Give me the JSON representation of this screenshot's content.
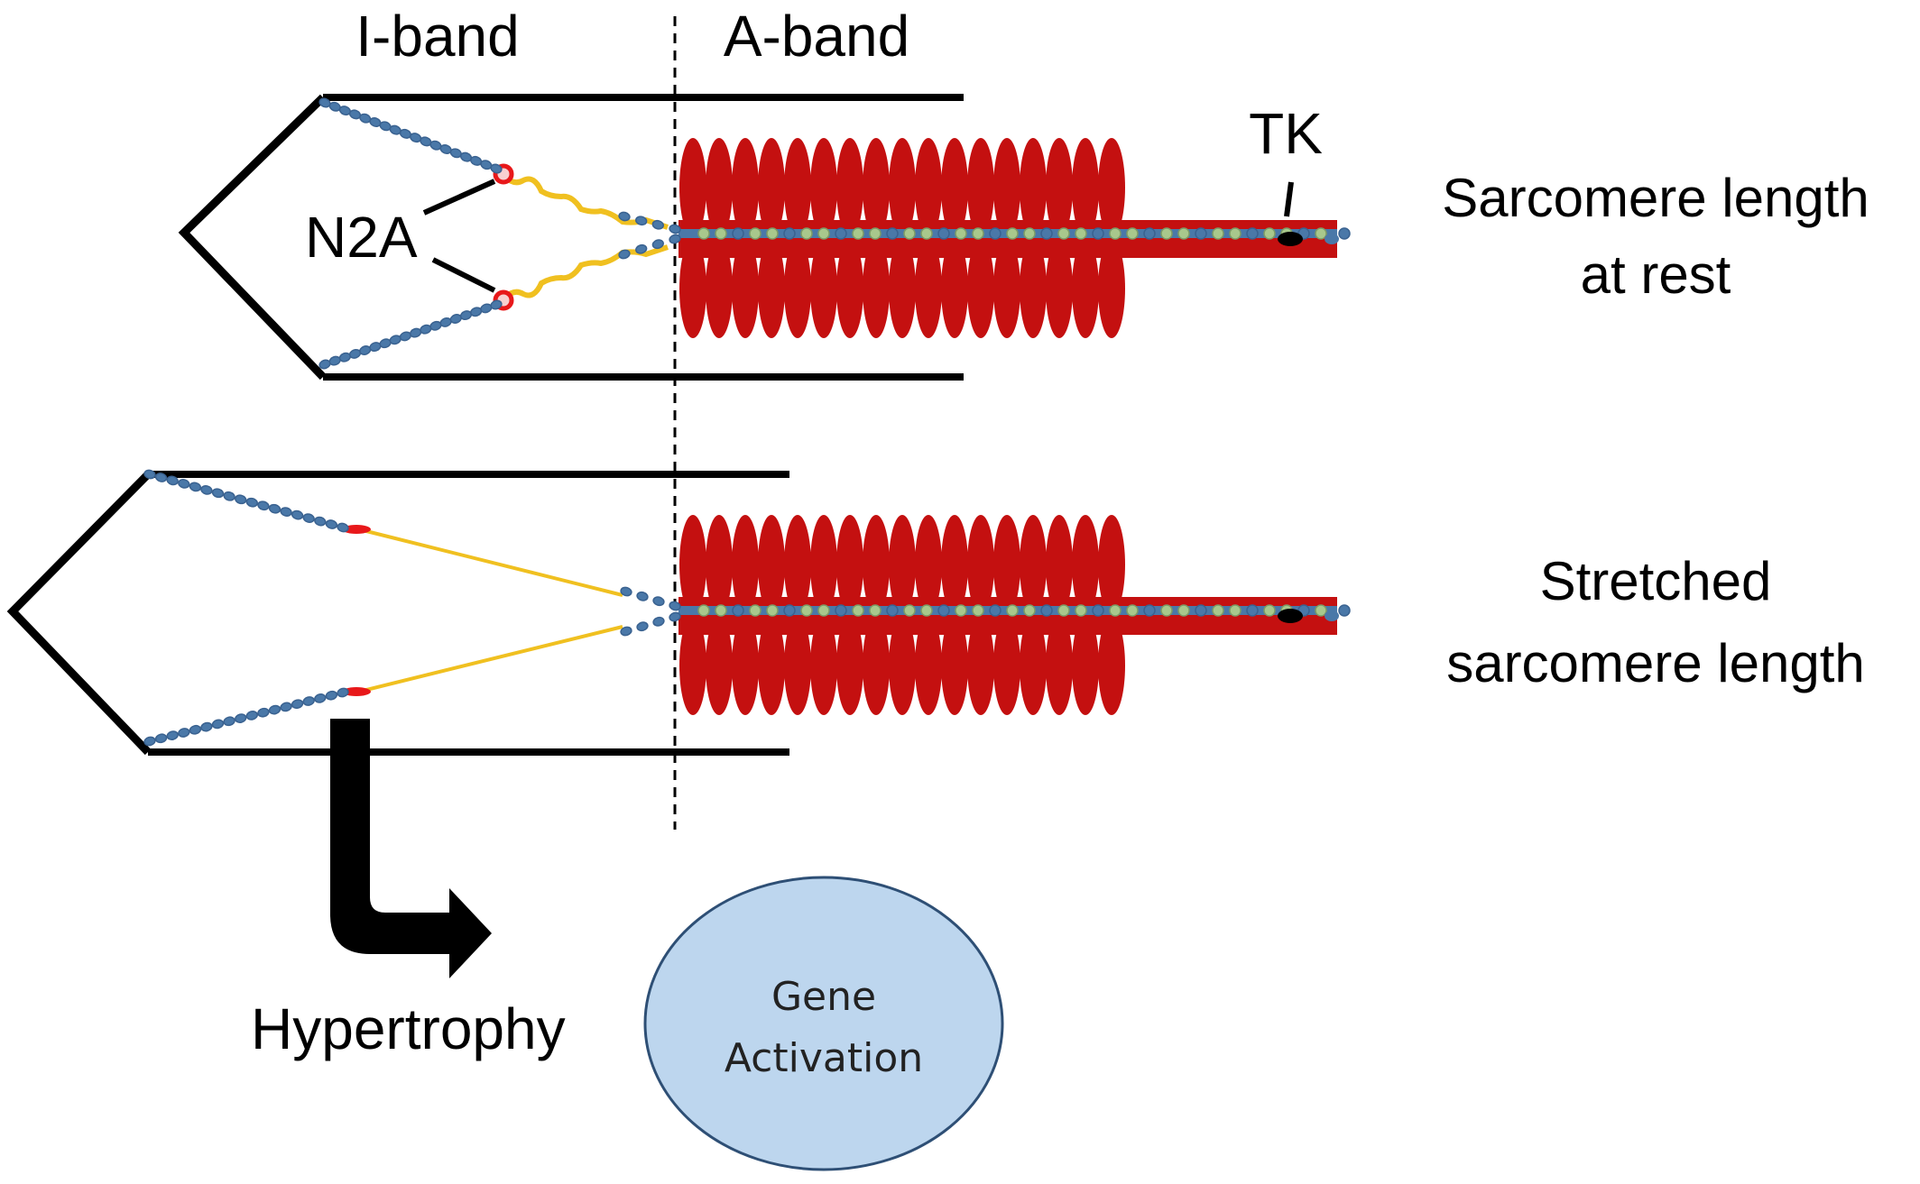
{
  "labels": {
    "i_band": "I-band",
    "a_band": "A-band",
    "tk": "TK",
    "n2a": "N2A",
    "rest_line1": "Sarcomere length",
    "rest_line2": "at rest",
    "stretched_line1": "Stretched",
    "stretched_line2": "sarcomere length",
    "hypertrophy": "Hypertrophy",
    "gene_line1": "Gene",
    "gene_line2": "Activation"
  },
  "colors": {
    "z_disc": "#000000",
    "titin_bead": "#4a78a8",
    "titin_bead_edge": "#3a6290",
    "pevk_spring": "#f0c020",
    "n2a_marker": "#e8181a",
    "thick_filament": "#c41010",
    "myosin_head": "#c41010",
    "backbone_node": "#a8c88c",
    "gene_circle_fill": "#bdd6ee",
    "gene_circle_stroke": "#2e4f75"
  },
  "icons": {
    "arrow": "hypertrophy-arrow-icon",
    "tk": "titin-kinase-icon"
  }
}
